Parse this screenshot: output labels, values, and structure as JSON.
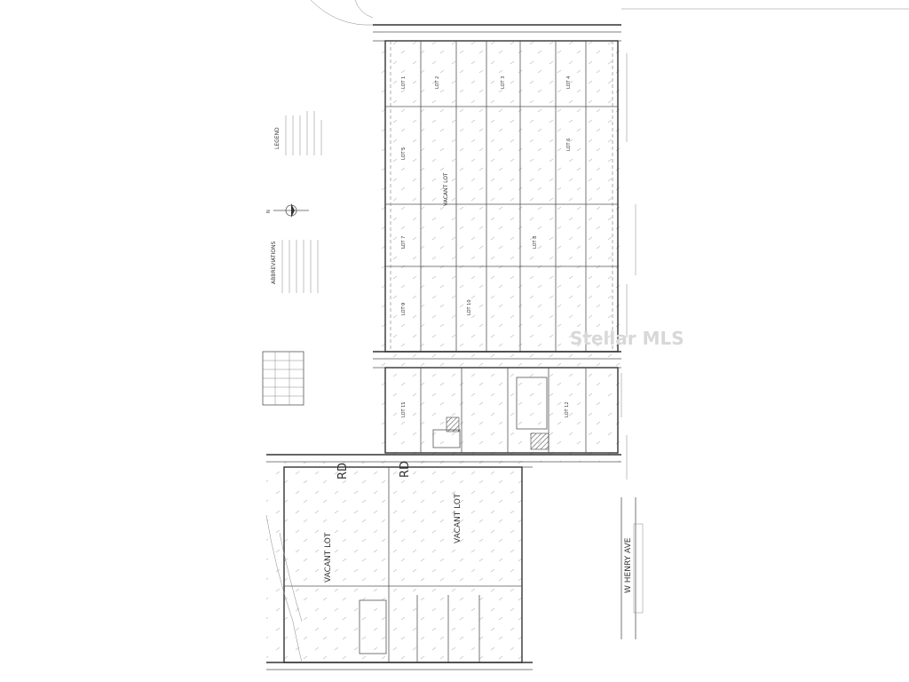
{
  "sheet": {
    "legend_title": "LEGEND",
    "abbreviations_title": "ABBREVIATIONS",
    "north_arrow": "N",
    "street_labels": [
      "W HENRY AVE",
      "RD",
      "RD"
    ],
    "vacant_lots": [
      "VACANT LOT",
      "VACANT LOT",
      "VACANT LOT"
    ],
    "watermark": "Stellar MLS"
  },
  "lot_labels": [
    "LOT 1",
    "LOT 2",
    "LOT 3",
    "LOT 4",
    "LOT 5",
    "LOT 6",
    "LOT 7",
    "LOT 8",
    "LOT 9",
    "LOT 10",
    "LOT 11",
    "LOT 12"
  ],
  "colors": {
    "ink": "#333333",
    "paper": "#ffffff",
    "hatch": "#555555"
  }
}
